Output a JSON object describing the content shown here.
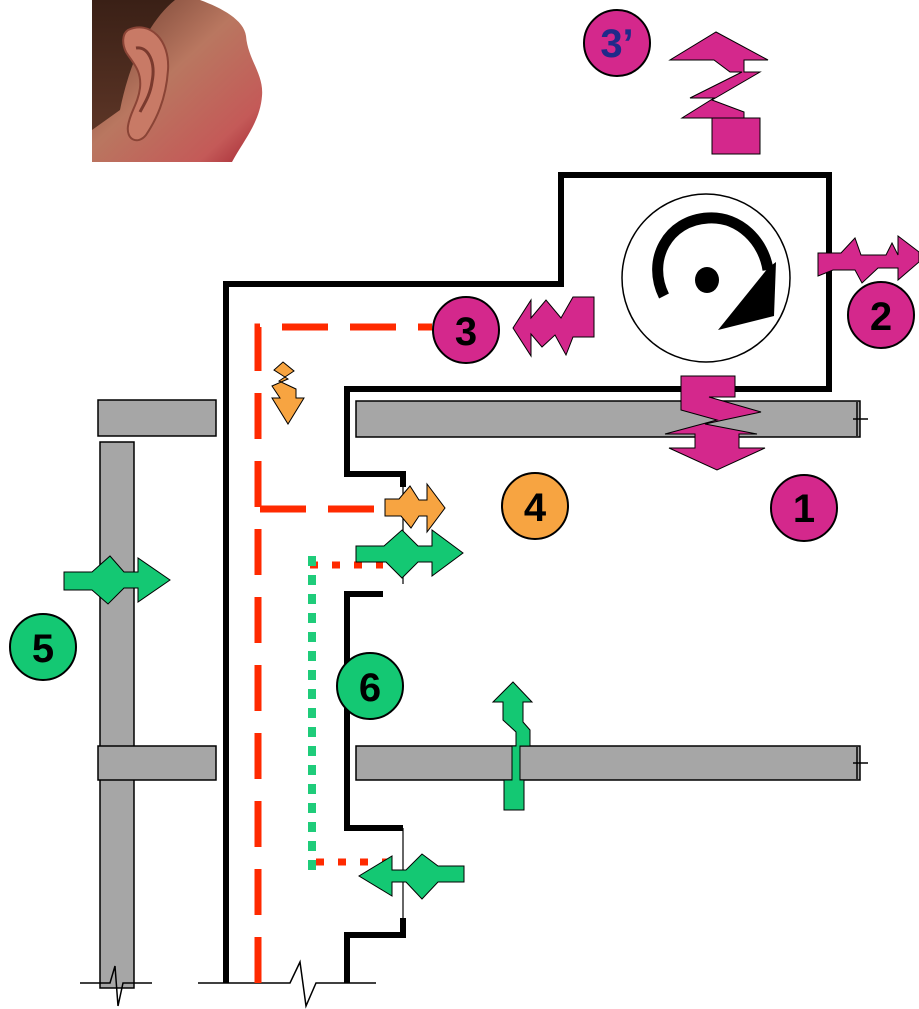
{
  "labels": {
    "path_1": "1",
    "path_2": "2",
    "path_3": "3",
    "path_3_prime": "3’",
    "path_4": "4",
    "path_5": "5",
    "path_6": "6"
  },
  "colors": {
    "magenta": "#d4288c",
    "orange": "#f7a441",
    "green": "#14c873",
    "red_dash": "#ff2a00",
    "green_dot": "#1fcc7a",
    "slab_gray": "#a6a6a6",
    "duct_black": "#000000",
    "label_dark_blue": "#1f2a8a"
  },
  "icons": {
    "listener": "ear-listener-icon",
    "fan": "rotating-fan-icon",
    "sound_path_arrow": "zigzag-arrow-icon"
  }
}
